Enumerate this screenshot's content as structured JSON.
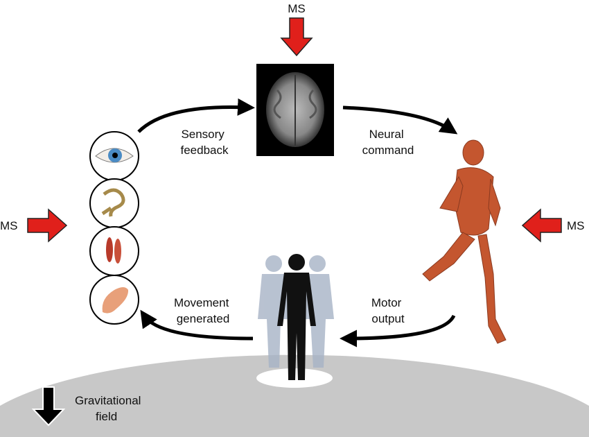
{
  "labels": {
    "ms_top": "MS",
    "ms_left": "MS",
    "ms_right": "MS",
    "sensory_feedback": [
      "Sensory",
      "feedback"
    ],
    "neural_command": [
      "Neural",
      "command"
    ],
    "movement_generated": [
      "Movement",
      "generated"
    ],
    "motor_output": [
      "Motor",
      "output"
    ],
    "gravitational_field": [
      "Gravitational",
      "field"
    ]
  },
  "colors": {
    "ms_arrow": "#e0201b",
    "ground": "#c8c8c8",
    "brain_bg": "#000000",
    "muscle": "#c4562f"
  },
  "sensory_icons": [
    "eye-icon",
    "inner-ear-icon",
    "muscle-icon",
    "foot-icon"
  ]
}
